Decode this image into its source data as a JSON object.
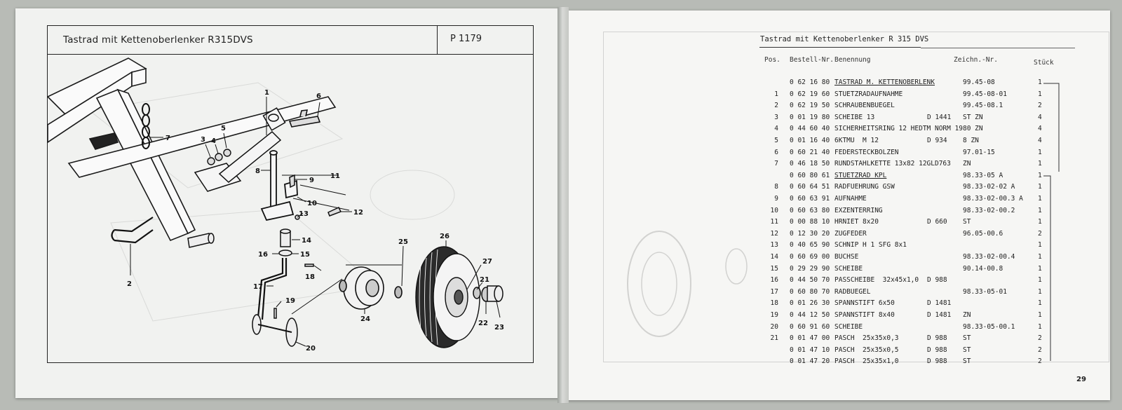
{
  "left_page": {
    "title": "Tastrad mit Kettenoberlenker R315DVS",
    "page_code": "P 1179",
    "callouts": [
      "1",
      "2",
      "3",
      "4",
      "5",
      "6",
      "7",
      "8",
      "9",
      "10",
      "11",
      "12",
      "13",
      "14",
      "15",
      "16",
      "17",
      "18",
      "19",
      "20",
      "21",
      "22",
      "23",
      "24",
      "25",
      "26",
      "27"
    ]
  },
  "right_page": {
    "header": "Tastrad mit Kettenoberlenker R 315 DVS",
    "columns": {
      "pos": "Pos.",
      "bestell": "Bestell-Nr.",
      "benennung": "Benennung",
      "zeichn": "Zeichn.-Nr.",
      "stueck": "Stück"
    },
    "rows": [
      {
        "pos": "",
        "nr": "0 62 16 80",
        "name": "TASTRAD M. KETTENOBERLENK",
        "din": "",
        "zeich": "99.45-08",
        "qty": "1"
      },
      {
        "pos": "1",
        "nr": "0 62 19 60",
        "name": "STUETZRADAUFNAHME",
        "din": "",
        "zeich": "99.45-08-01",
        "qty": "1"
      },
      {
        "pos": "2",
        "nr": "0 62 19 50",
        "name": "SCHRAUBENBUEGEL",
        "din": "",
        "zeich": "99.45-08.1",
        "qty": "2"
      },
      {
        "pos": "3",
        "nr": "0 01 19 80",
        "name": "SCHEIBE 13",
        "din": "D 1441",
        "zeich": "ST ZN",
        "qty": "4"
      },
      {
        "pos": "4",
        "nr": "0 44 60 40",
        "name": "SICHERHEITSRING 12 HEDTM NORM 1980 ZN",
        "din": "",
        "zeich": "",
        "qty": "4"
      },
      {
        "pos": "5",
        "nr": "0 01 16 40",
        "name": "6KTMU  M 12",
        "din": "D 934",
        "zeich": "8 ZN",
        "qty": "4"
      },
      {
        "pos": "6",
        "nr": "0 60 21 40",
        "name": "FEDERSTECKBOLZEN",
        "din": "",
        "zeich": "97.01-15",
        "qty": "1"
      },
      {
        "pos": "7",
        "nr": "0 46 18 50",
        "name": "RUNDSTAHLKETTE 13x82 12GLD763",
        "din": "",
        "zeich": "ZN",
        "qty": "1"
      },
      {
        "pos": "",
        "nr": "0 60 80 61",
        "name": "STUETZRAD KPL",
        "din": "",
        "zeich": "98.33-05 A",
        "qty": "1"
      },
      {
        "pos": "8",
        "nr": "0 60 64 51",
        "name": "RADFUEHRUNG GSW",
        "din": "",
        "zeich": "98.33-02-02 A",
        "qty": "1"
      },
      {
        "pos": "9",
        "nr": "0 60 63 91",
        "name": "AUFNAHME",
        "din": "",
        "zeich": "98.33-02-00.3 A",
        "qty": "1"
      },
      {
        "pos": "10",
        "nr": "0 60 63 80",
        "name": "EXZENTERRING",
        "din": "",
        "zeich": "98.33-02-00.2",
        "qty": "1"
      },
      {
        "pos": "11",
        "nr": "0 00 88 10",
        "name": "HRNIET 8x20",
        "din": "D 660",
        "zeich": "ST",
        "qty": "1"
      },
      {
        "pos": "12",
        "nr": "0 12 30 20",
        "name": "ZUGFEDER",
        "din": "",
        "zeich": "96.05-00.6",
        "qty": "2"
      },
      {
        "pos": "13",
        "nr": "0 40 65 90",
        "name": "SCHNIP H 1 SFG 8x1",
        "din": "",
        "zeich": "",
        "qty": "1"
      },
      {
        "pos": "14",
        "nr": "0 60 69 00",
        "name": "BUCHSE",
        "din": "",
        "zeich": "98.33-02-00.4",
        "qty": "1"
      },
      {
        "pos": "15",
        "nr": "0 29 29 90",
        "name": "SCHEIBE",
        "din": "",
        "zeich": "90.14-00.8",
        "qty": "1"
      },
      {
        "pos": "16",
        "nr": "0 44 50 70",
        "name": "PASSCHEIBE  32x45x1,0",
        "din": "D 988",
        "zeich": "",
        "qty": "1"
      },
      {
        "pos": "17",
        "nr": "0 60 80 70",
        "name": "RADBUEGEL",
        "din": "",
        "zeich": "98.33-05-01",
        "qty": "1"
      },
      {
        "pos": "18",
        "nr": "0 01 26 30",
        "name": "SPANNSTIFT 6x50",
        "din": "D 1481",
        "zeich": "",
        "qty": "1"
      },
      {
        "pos": "19",
        "nr": "0 44 12 50",
        "name": "SPANNSTIFT 8x40",
        "din": "D 1481",
        "zeich": "ZN",
        "qty": "1"
      },
      {
        "pos": "20",
        "nr": "0 60 91 60",
        "name": "SCHEIBE",
        "din": "",
        "zeich": "98.33-05-00.1",
        "qty": "1"
      },
      {
        "pos": "21",
        "nr": "0 01 47 00",
        "name": "PASCH  25x35x0,3",
        "din": "D 988",
        "zeich": "ST",
        "qty": "2"
      },
      {
        "pos": "",
        "nr": "0 01 47 10",
        "name": "PASCH  25x35x0,5",
        "din": "D 988",
        "zeich": "ST",
        "qty": "2"
      },
      {
        "pos": "",
        "nr": "0 01 47 20",
        "name": "PASCH  25x35x1,0",
        "din": "D 988",
        "zeich": "ST",
        "qty": "2"
      }
    ],
    "page_number": "29"
  }
}
